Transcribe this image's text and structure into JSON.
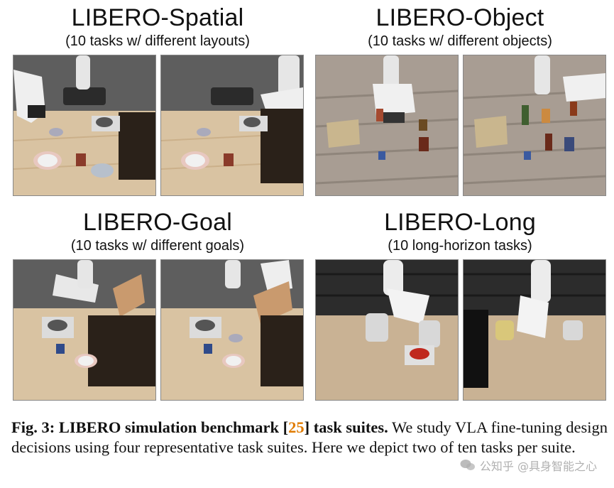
{
  "suites": [
    {
      "title": "LIBERO-Spatial",
      "subtitle": "(10 tasks w/ different layouts)"
    },
    {
      "title": "LIBERO-Object",
      "subtitle": "(10 tasks w/ different objects)"
    },
    {
      "title": "LIBERO-Goal",
      "subtitle": "(10 tasks w/ different goals)"
    },
    {
      "title": "LIBERO-Long",
      "subtitle": "(10 long-horizon tasks)"
    }
  ],
  "caption": {
    "fig_label": "Fig. 3:",
    "bold_text_before_ref": "LIBERO simulation benchmark [",
    "ref": "25",
    "bold_text_after_ref": "] task suites.",
    "body": " We study VLA fine-tuning design decisions using four representative task suites. Here we depict two of ten tasks per suite."
  },
  "watermark": {
    "text": "公知乎 @具身智能之心"
  }
}
